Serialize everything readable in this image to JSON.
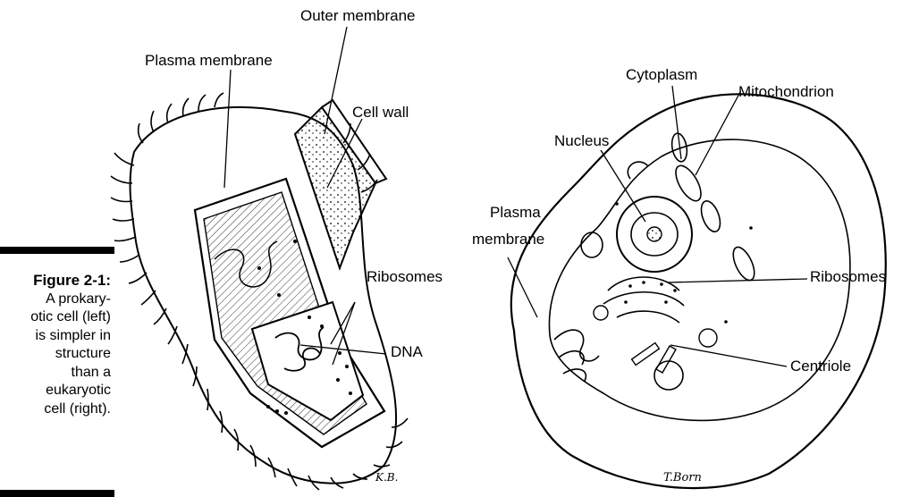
{
  "figure": {
    "number": "Figure 2-1:",
    "caption_lines": [
      "A prokary-",
      "otic cell (left)",
      "is simpler in",
      "structure",
      "than a",
      "eukaryotic",
      "cell (right)."
    ]
  },
  "prokaryote_labels": {
    "outer_membrane": "Outer membrane",
    "plasma_membrane": "Plasma membrane",
    "cell_wall": "Cell wall",
    "ribosomes": "Ribosomes",
    "dna": "DNA"
  },
  "eukaryote_labels": {
    "cytoplasm": "Cytoplasm",
    "mitochondrion": "Mitochondrion",
    "nucleus": "Nucleus",
    "plasma_membrane_line1": "Plasma",
    "plasma_membrane_line2": "membrane",
    "ribosomes": "Ribosomes",
    "centriole": "Centriole"
  },
  "signatures": {
    "left": "K.B.",
    "right": "T.Born"
  }
}
